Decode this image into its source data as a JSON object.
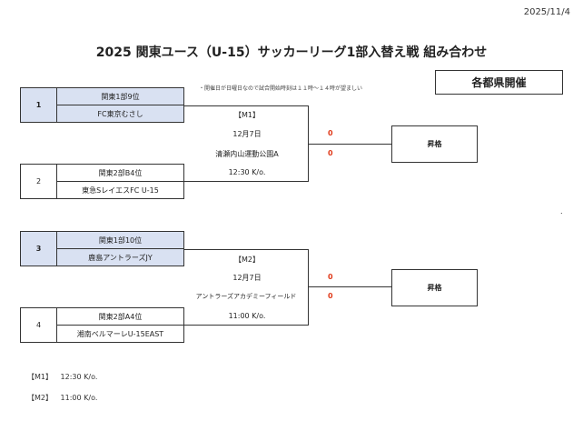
{
  "date": "2025/11/4",
  "title": "2025 関東ユース（U-15）サッカーリーグ1部入替え戦 組み合わせ",
  "note": "・開催日が日曜日なので試合開始時刻は１１時～１４時が望ましい",
  "host": "各都県開催",
  "brackets": [
    {
      "match_label": "【M1】",
      "date": "12月7日",
      "venue": "清瀬内山運動公園A",
      "time": "12:30 K/o.",
      "score_top": "0",
      "score_bottom": "0",
      "result": "昇格",
      "team_top": {
        "seed": "1",
        "rank": "関東1部9位",
        "name": "FC東京むさし"
      },
      "team_bottom": {
        "seed": "2",
        "rank": "関東2部B4位",
        "name": "東急SレイエスFC U-15"
      }
    },
    {
      "match_label": "【M2】",
      "date": "12月7日",
      "venue": "アントラーズアカデミーフィールド",
      "time": "11:00 K/o.",
      "score_top": "0",
      "score_bottom": "0",
      "result": "昇格",
      "team_top": {
        "seed": "3",
        "rank": "関東1部10位",
        "name": "鹿島アントラーズJY"
      },
      "team_bottom": {
        "seed": "4",
        "rank": "関東2部A4位",
        "name": "湘南ベルマーレU-15EAST"
      }
    }
  ],
  "stray_mark": ".",
  "footer": [
    {
      "label": "【M1】",
      "time": "12:30 K/o."
    },
    {
      "label": "【M2】",
      "time": "11:00 K/o."
    }
  ]
}
